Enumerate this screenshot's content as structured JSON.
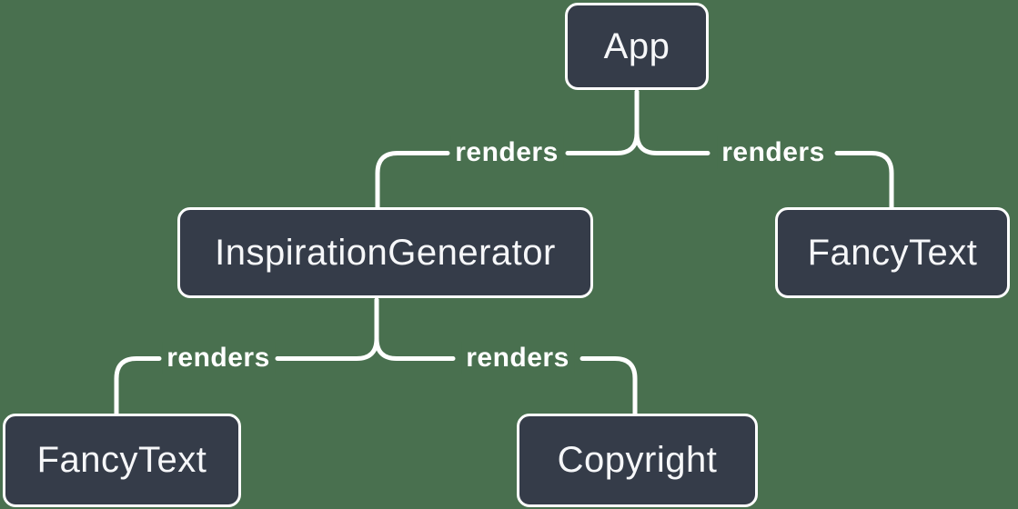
{
  "colors": {
    "background": "#49704F",
    "node_fill": "#353C49",
    "node_border": "#FFFFFF",
    "line": "#FFFFFF",
    "text": "#F6F7F9"
  },
  "diagram": {
    "type": "component-render-tree",
    "nodes": [
      {
        "id": "app",
        "label": "App"
      },
      {
        "id": "inspiration-generator",
        "label": "InspirationGenerator"
      },
      {
        "id": "fancy-text-top",
        "label": "FancyText"
      },
      {
        "id": "fancy-text-bottom",
        "label": "FancyText"
      },
      {
        "id": "copyright",
        "label": "Copyright"
      }
    ],
    "edges": [
      {
        "from": "App",
        "to": "InspirationGenerator",
        "label": "renders"
      },
      {
        "from": "App",
        "to": "FancyText",
        "label": "renders"
      },
      {
        "from": "InspirationGenerator",
        "to": "FancyText",
        "label": "renders"
      },
      {
        "from": "InspirationGenerator",
        "to": "Copyright",
        "label": "renders"
      }
    ],
    "edge_labels": [
      {
        "text": "renders"
      },
      {
        "text": "renders"
      },
      {
        "text": "renders"
      },
      {
        "text": "renders"
      }
    ]
  }
}
